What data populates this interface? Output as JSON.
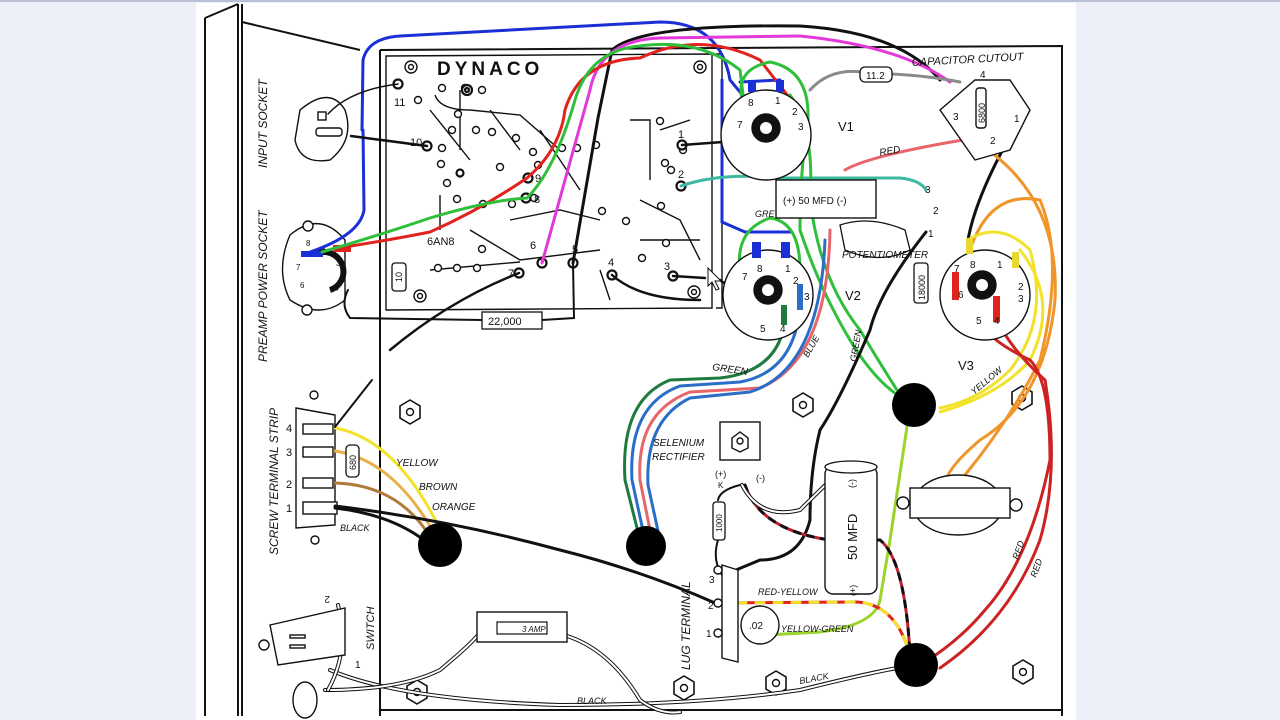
{
  "diagram": {
    "brand": "DYNACO",
    "tube_type": "6AN8",
    "side_labels": {
      "input_socket": "INPUT SOCKET",
      "preamp_power_socket": "PREAMP POWER SOCKET",
      "screw_terminal_strip": "SCREW TERMINAL STRIP",
      "switch": "SWITCH",
      "lug_terminal": "LUG TERMINAL"
    },
    "section_labels": {
      "capacitor_cutout": "CAPACITOR CUTOUT",
      "potentiometer": "POTENTIOMETER",
      "selenium_rectifier_line1": "SELENIUM",
      "selenium_rectifier_line2": "RECTIFIER",
      "rect_plus": "(+)",
      "rect_k": "K",
      "rect_minus": "(-)"
    },
    "tubes": {
      "v1": "V1",
      "v2": "V2",
      "v3": "V3"
    },
    "components": {
      "r_11_2": "11.2",
      "r_6800": "6800",
      "cap_50mfd_h": "(+)  50  MFD  (-)",
      "r_18000": "18000",
      "r_10": "10",
      "r_22000": "22,000",
      "r_680": "680",
      "r_1000": "1000",
      "cap_50mfd_v": "50 MFD",
      "cap_plus": "(+)",
      "cap_minus": "(-)",
      "cap_02": ".02",
      "fuse": "3 AMP"
    },
    "wire_labels": {
      "red_top": "RED",
      "green_left": "GREEN",
      "blue": "BLUE",
      "green_mid": "GREEN",
      "gre": "GRE",
      "yellow_v3": "YELLOW",
      "red_1": "RED",
      "red_2": "RED",
      "yellow": "YELLOW",
      "brown": "BROWN",
      "orange": "ORANGE",
      "black_term": "BLACK",
      "red_yellow": "RED-YELLOW",
      "yellow_green": "YELLOW-GREEN",
      "black_bottom": "BLACK",
      "black_bottom2": "BLACK"
    },
    "board_terminals": [
      "11",
      "10",
      "9",
      "8",
      "7",
      "6",
      "5",
      "4",
      "3",
      "2",
      "1"
    ],
    "cap_lugs": [
      "4",
      "3",
      "2",
      "1"
    ],
    "pot_lugs": [
      "3",
      "2",
      "1"
    ],
    "terminal_strip_numbers": [
      "4",
      "3",
      "2",
      "1"
    ],
    "lug_terminal_numbers": [
      "3",
      "2",
      "1"
    ],
    "switch_numbers": [
      "2",
      "1"
    ],
    "socket_pins": [
      "1",
      "2",
      "3",
      "4",
      "5",
      "6",
      "7",
      "8"
    ],
    "colors": {
      "blue": "#1a2fd6",
      "green": "#2fbf3a",
      "red": "#e0231d",
      "magenta": "#e23ad8",
      "teal": "#3cb8a0",
      "orange": "#f0952a",
      "yellow": "#f2e22a",
      "brown": "#b07a3a",
      "black": "#111111",
      "dark_green": "#1f7a3e",
      "salmon": "#e8656a",
      "grey": "#8a8a8a",
      "background": "#eceff8"
    }
  }
}
